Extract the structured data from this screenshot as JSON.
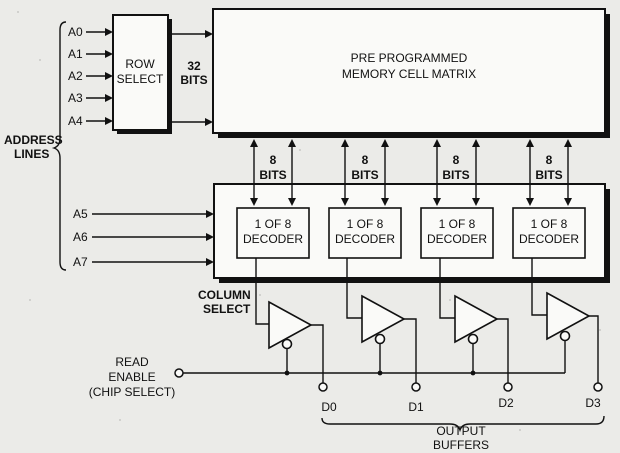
{
  "diagram": {
    "row_select": [
      "ROW",
      "SELECT"
    ],
    "bus_label": [
      "32",
      "BITS"
    ],
    "matrix_label": [
      "PRE PROGRAMMED",
      "MEMORY CELL MATRIX"
    ],
    "address_lines_label": [
      "ADDRESS",
      "LINES"
    ],
    "row_address_pins": [
      "A0",
      "A1",
      "A2",
      "A3",
      "A4"
    ],
    "column_address_pins": [
      "A5",
      "A6",
      "A7"
    ],
    "bit_group_label": [
      "8",
      "BITS"
    ],
    "decoders": [
      [
        "1 OF 8",
        "DECODER"
      ],
      [
        "1 OF 8",
        "DECODER"
      ],
      [
        "1 OF 8",
        "DECODER"
      ],
      [
        "1 OF 8",
        "DECODER"
      ]
    ],
    "column_select_label": [
      "COLUMN",
      "SELECT"
    ],
    "read_enable_label": [
      "READ",
      "ENABLE",
      "(CHIP SELECT)"
    ],
    "outputs": [
      "D0",
      "D1",
      "D2",
      "D3"
    ],
    "output_buffers_label": [
      "OUTPUT",
      "BUFFERS"
    ]
  }
}
